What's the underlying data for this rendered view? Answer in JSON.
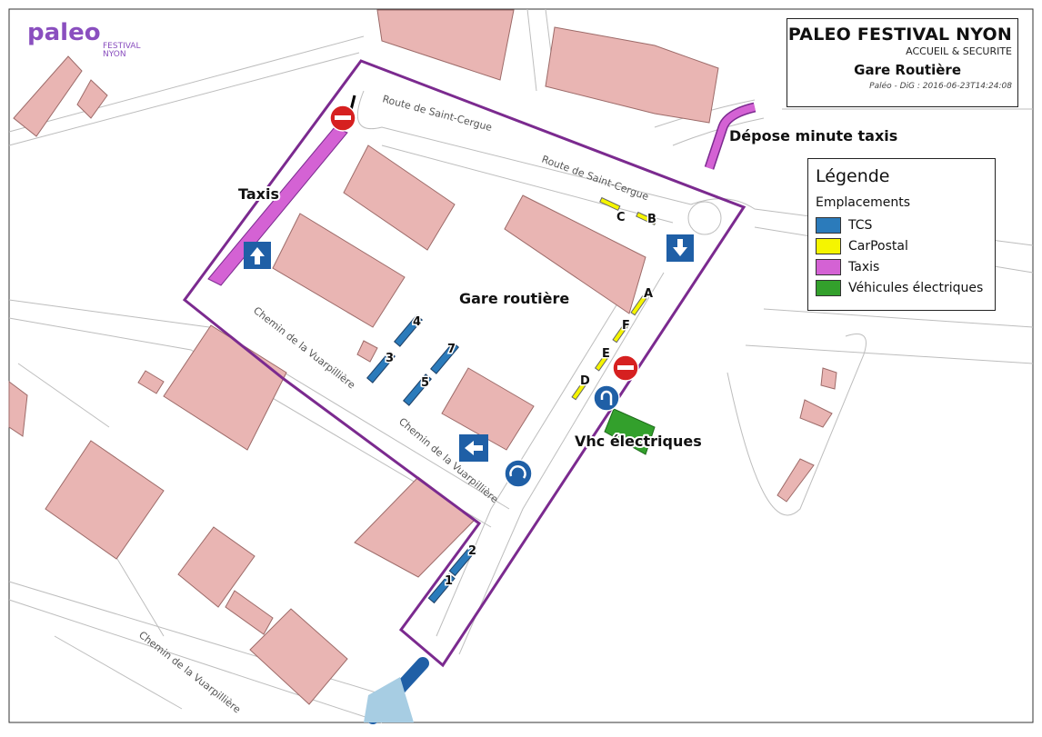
{
  "logo": {
    "text": "paleo",
    "sub1": "FESTIVAL",
    "sub2": "NYON"
  },
  "title_box": {
    "title": "PALEO FESTIVAL NYON",
    "subtitle": "ACCUEIL & SECURITE",
    "map_name": "Gare Routière",
    "credit": "Paléo - DiG : 2016-06-23T14:24:08"
  },
  "legend": {
    "title": "Légende",
    "section": "Emplacements",
    "items": [
      {
        "label": "TCS",
        "color": "#2b7bbb"
      },
      {
        "label": "CarPostal",
        "color": "#f5f500"
      },
      {
        "label": "Taxis",
        "color": "#d462d4"
      },
      {
        "label": "Véhicules électriques",
        "color": "#33a02c"
      }
    ]
  },
  "labels": {
    "taxis": "Taxis",
    "gare": "Gare routière",
    "vhc": "Vhc électriques",
    "depose": "Dépose minute taxis"
  },
  "streets": {
    "saint_cergue_1": "Route de Saint-Cergue",
    "saint_cergue_2": "Route de Saint-Cergue",
    "vuarpilliere_1": "Chemin de la Vuarpillière",
    "vuarpilliere_2": "Chemin de la Vuarpillière",
    "vuarpilliere_3": "Chemin de la Vuarpillière"
  },
  "slots": {
    "carpostal": [
      "A",
      "B",
      "C",
      "D",
      "E",
      "F"
    ],
    "tcs": [
      "1",
      "2",
      "3",
      "4",
      "5",
      "7"
    ]
  },
  "colors": {
    "perimeter": "#7b2a8f",
    "building": "#e9b5b3",
    "sign_blue": "#1f5fa6",
    "no_entry": "#d62020"
  }
}
